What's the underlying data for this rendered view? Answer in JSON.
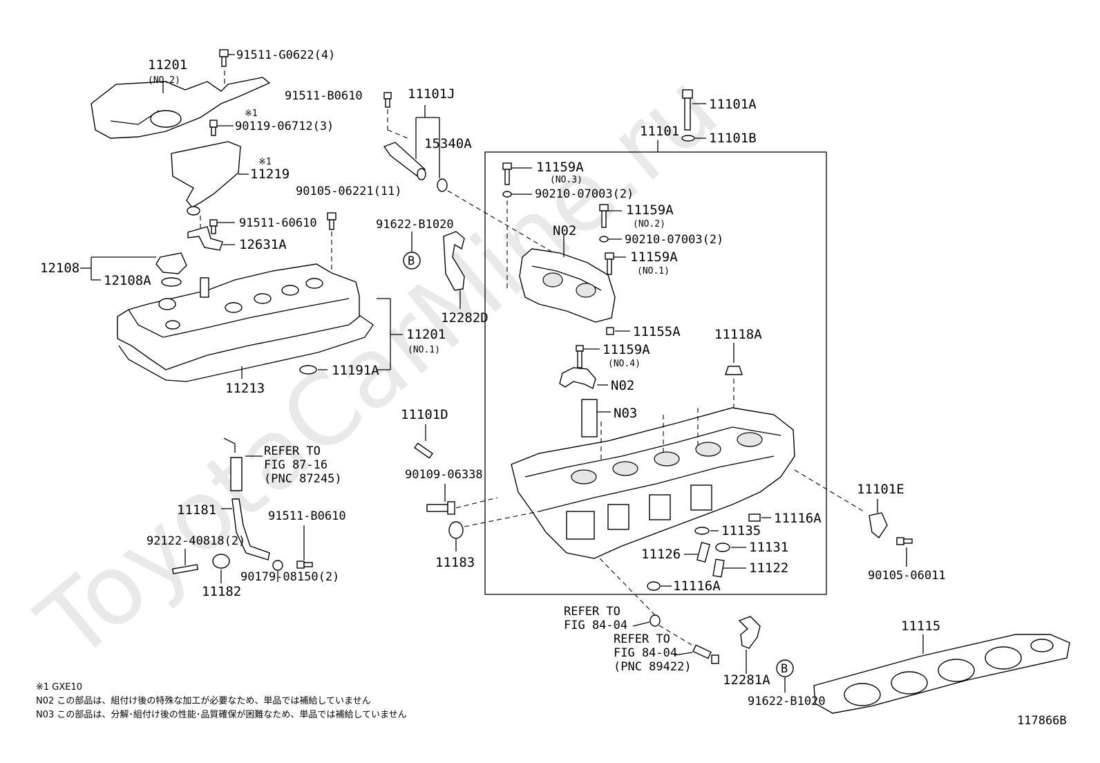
{
  "watermark": "ToyotaCarMine.ru",
  "figure_id": "117866B",
  "labels": {
    "p11201_no2": "11201",
    "p11201_no2_sub": "(NO.2)",
    "b91511_g0622": "91511-G0622(4)",
    "note_star1_a": "※1",
    "b90119_06712": "90119-06712(3)",
    "note_star1_b": "※1",
    "p11219": "11219",
    "b91511_60610": "91511-60610",
    "p12631a": "12631A",
    "p12108": "12108",
    "p12108a": "12108A",
    "b90105_06221": "90105-06221(11)",
    "b91511_b0610_top": "91511-B0610",
    "p11101j": "11101J",
    "p15340a": "15340A",
    "b91622_b1020_top": "91622-B1020",
    "circle_b_top": "B",
    "p12282d": "12282D",
    "p11201_no1": "11201",
    "p11201_no1_sub": "(NO.1)",
    "p11191a": "11191A",
    "p11213": "11213",
    "p11101a": "11101A",
    "p11101": "11101",
    "p11101b": "11101B",
    "p11159a_no3": "11159A",
    "p11159a_no3_sub": "(NO.3)",
    "w90210_a": "90210-07003(2)",
    "p11159a_no2": "11159A",
    "p11159a_no2_sub": "(NO.2)",
    "n02_top": "N02",
    "w90210_b": "90210-07003(2)",
    "p11159a_no1": "11159A",
    "p11159a_no1_sub": "(NO.1)",
    "p11155a": "11155A",
    "p11159a_no4": "11159A",
    "p11159a_no4_sub": "(NO.4)",
    "p11118a": "11118A",
    "n02_bottom": "N02",
    "n03": "N03",
    "p11101d": "11101D",
    "refer_87_1": "REFER TO",
    "refer_87_2": "FIG 87-16",
    "refer_87_3": "(PNC 87245)",
    "b90109_06338": "90109-06338",
    "p11181": "11181",
    "b91511_b0610_bottom": "91511-B0610",
    "s92122_40818": "92122-40818(2)",
    "p11183": "11183",
    "p11116a_top": "11116A",
    "p11135": "11135",
    "p11126": "11126",
    "p11131": "11131",
    "p11122": "11122",
    "p11116a_bottom": "11116A",
    "p11101e": "11101E",
    "b90105_06011": "90105-06011",
    "p11182": "11182",
    "n90179_08150": "90179-08150(2)",
    "refer_84a_1": "REFER TO",
    "refer_84a_2": "FIG 84-04",
    "refer_84b_1": "REFER TO",
    "refer_84b_2": "FIG 84-04",
    "refer_84b_3": "(PNC 89422)",
    "p12281a": "12281A",
    "circle_b_bottom": "B",
    "b91622_b1020_bottom": "91622-B1020",
    "p11115": "11115"
  },
  "notes": {
    "line1": "※1 GXE10",
    "line2": "N02 この部品は、組付け後の特殊な加工が必要なため、単品では補給していません",
    "line3": "N03 この部品は、分解･組付け後の性能･品質確保が困難なため、単品では補給していません"
  }
}
